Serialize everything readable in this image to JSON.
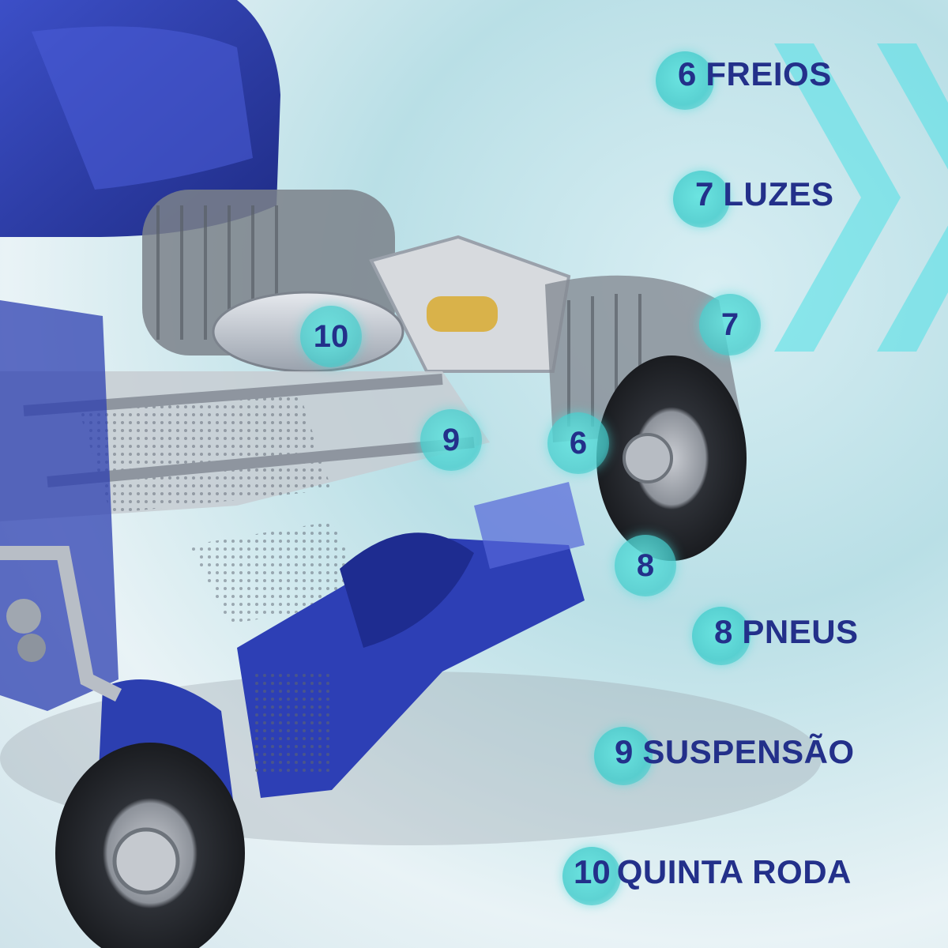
{
  "legend": [
    {
      "number": "6",
      "label": "FREIOS"
    },
    {
      "number": "7",
      "label": "LUZES"
    },
    {
      "number": "8",
      "label": "PNEUS"
    },
    {
      "number": "9",
      "label": "SUSPENSÃO"
    },
    {
      "number": "10",
      "label": "QUINTA RODA"
    }
  ],
  "markers": [
    "10",
    "9",
    "6",
    "7",
    "8"
  ],
  "colors": {
    "text": "#23308a",
    "accent": "#5fdcdc",
    "truck_blue": "#2c3fb0"
  },
  "icons": [
    "chevron-right-icon",
    "chevron-right-icon"
  ]
}
